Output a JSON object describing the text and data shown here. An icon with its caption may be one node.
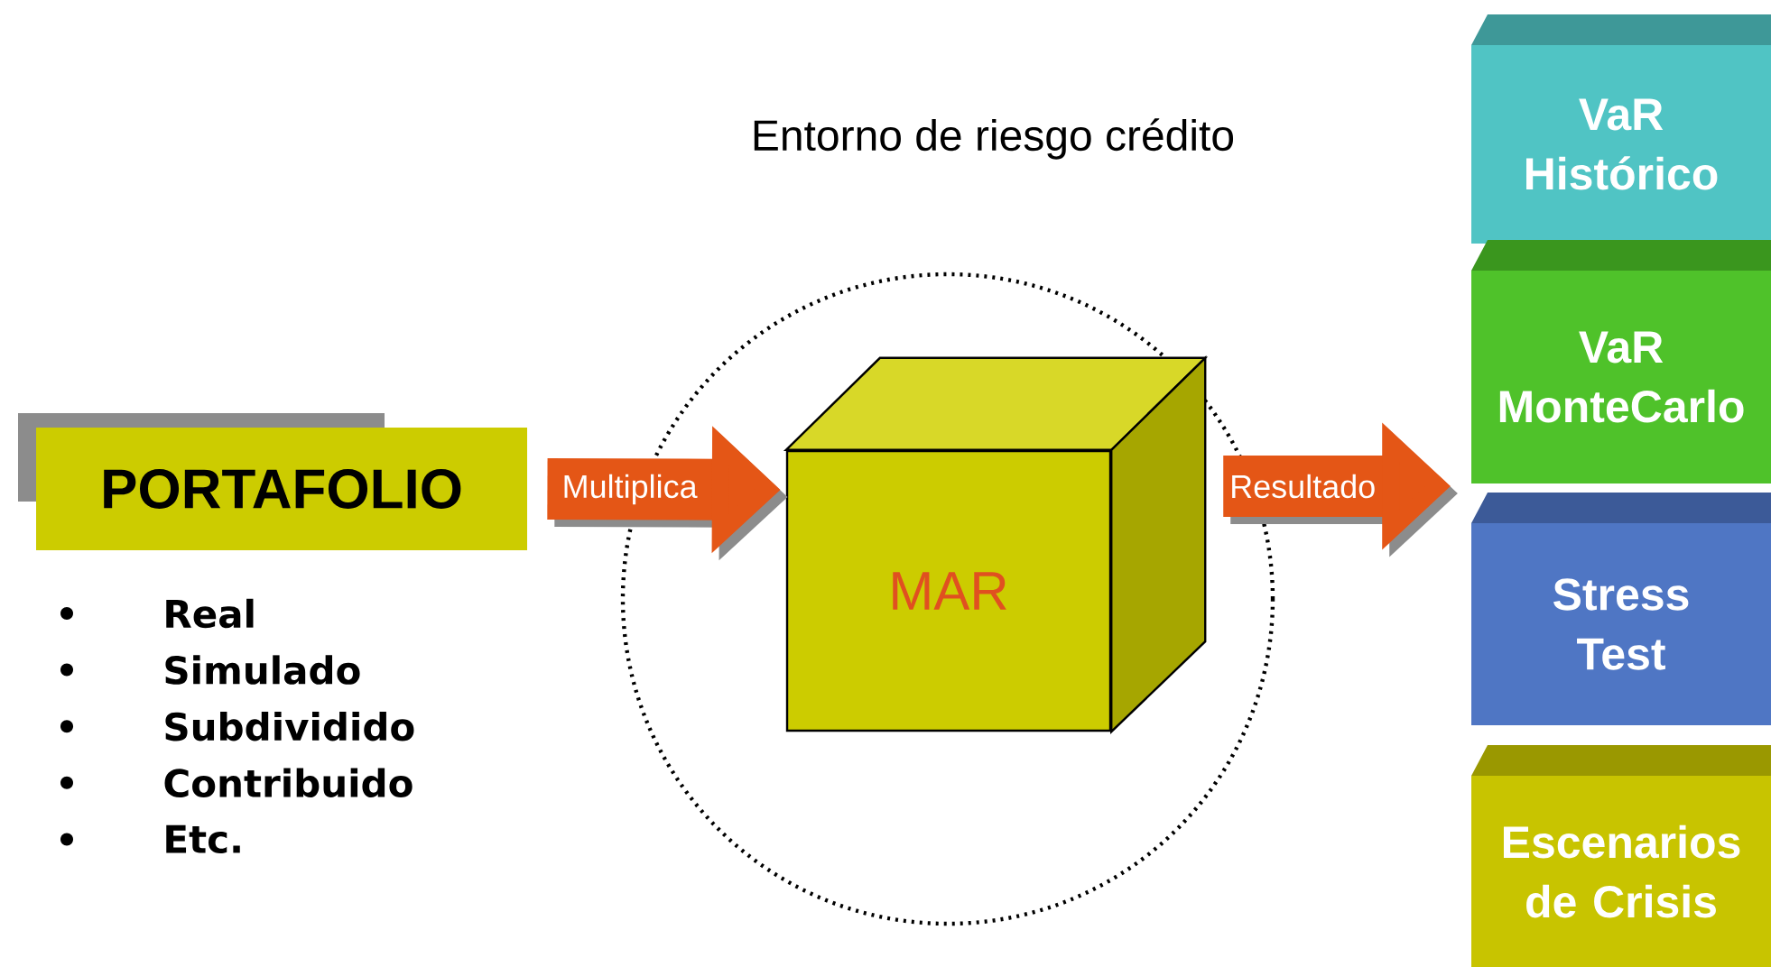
{
  "diagram": {
    "nodes": [
      {
        "text": [
          "PORTAFOLIO"
        ]
      },
      {
        "text": [
          "Entorno de riesgo crédito"
        ]
      },
      {
        "text": [
          "MAR"
        ],
        "in": 1
      },
      {
        "text": [
          "VaR Histórico"
        ]
      },
      {
        "text": [
          "VaR MonteCarlo"
        ]
      },
      {
        "text": [
          "Stress Test"
        ]
      },
      {
        "text": [
          "Escenarios de Crisis"
        ]
      }
    ],
    "edges": [
      {
        "from": 0,
        "to": 2,
        "arrow": "to",
        "label": "Multiplica"
      },
      {
        "from": 2,
        "to": null,
        "arrow": "to",
        "label": "Resultado"
      }
    ],
    "labels": [
      "Real",
      "Simulado",
      "Subdividido",
      "Contribuido",
      "Etc."
    ]
  }
}
